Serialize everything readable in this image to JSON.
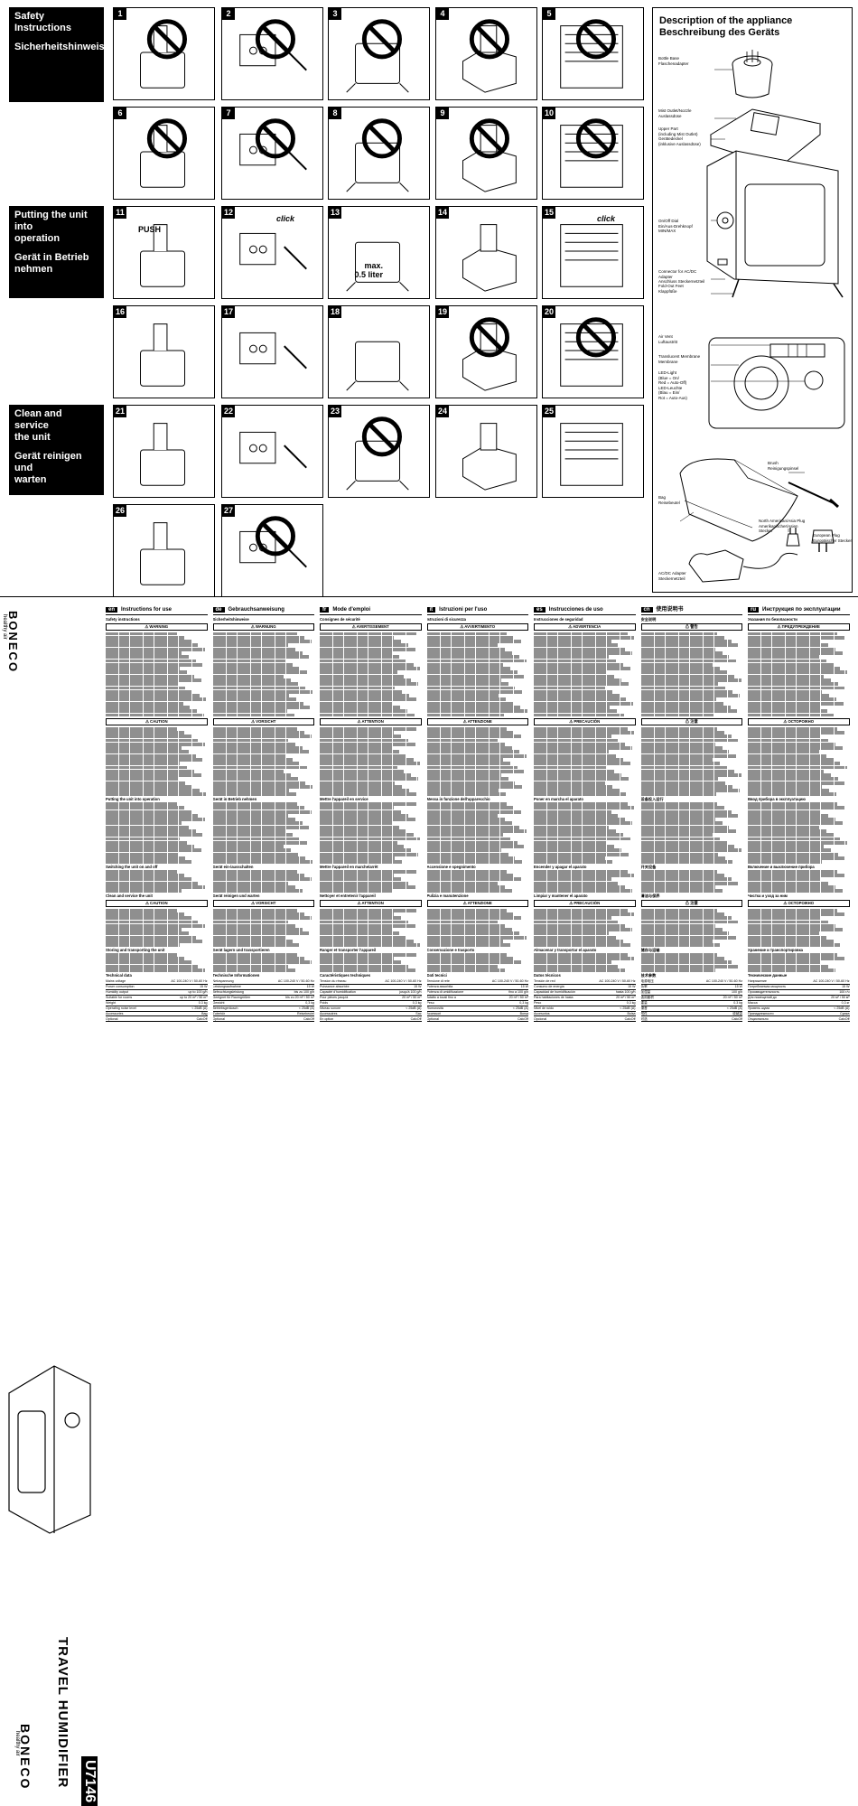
{
  "sections": [
    {
      "lines": [
        "Safety",
        "Instructions"
      ],
      "lines2": [
        "Sicherheitshinweise"
      ]
    },
    {
      "lines": [
        "Putting the unit into",
        "operation"
      ],
      "lines2": [
        "Gerät in Betrieb",
        "nehmen"
      ]
    },
    {
      "lines": [
        "Clean and service",
        "the unit"
      ],
      "lines2": [
        "Gerät reinigen und",
        "warten"
      ]
    }
  ],
  "panels": [
    "1",
    "2",
    "3",
    "4",
    "5",
    "6",
    "7",
    "8",
    "9",
    "10",
    "11",
    "12",
    "13",
    "14",
    "15",
    "16",
    "17",
    "18",
    "19",
    "20",
    "21",
    "22",
    "23",
    "24",
    "25",
    "26",
    "27"
  ],
  "panel_notes": {
    "push": "PUSH",
    "click": "click",
    "max": "max.",
    "max_value": "0.5 liter"
  },
  "description": {
    "title_en": "Description of the appliance",
    "title_de": "Beschreibung des Geräts",
    "labels": [
      [
        "Bottle Base",
        "Flaschenadapter"
      ],
      [
        "Mist Outlet/Nozzle",
        "Auslassdüse"
      ],
      [
        "Upper Part",
        "(including Mist Outlet)",
        "Gerätedeckel",
        "(inklusive Auslassdüse)"
      ],
      [
        "On/Off Dial",
        "Ein/Aus-Drehknopf",
        "MIN/MAX"
      ],
      [
        "Connector for AC/DC Adapter",
        "Anschluss Steckernetzteil"
      ],
      [
        "Fold-Out Feet",
        "Klappfüße"
      ],
      [
        "Air Vent",
        "Luftaustritt"
      ],
      [
        "Translucent Membrane",
        "Membrane"
      ],
      [
        "LED-Light",
        "(Blue = On/",
        "Red = Auto-Off)",
        "LED-Leuchte",
        "(Blau = Ein/",
        "Rot = Auto-Aus)"
      ],
      [
        "Brush",
        "Reinigungspinsel"
      ],
      [
        "Bag",
        "Reisebeutel"
      ],
      [
        "North American/Asia Plug",
        "Amerikanischer/Asien Stecker"
      ],
      [
        "European Plug",
        "Europäischer Stecker"
      ],
      [
        "AC/DC Adapter",
        "Steckernetzteil"
      ]
    ]
  },
  "side_strip": {
    "brand": "BONECO",
    "tagline": "healthy air",
    "product": "TRAVEL HUMIDIFIER",
    "model": "U7146"
  },
  "columns": [
    {
      "lang": "en",
      "title": "Instructions for use",
      "subs": [
        "Safety instructions",
        "Putting the unit into operation",
        "Switching the unit on and off",
        "Clean and service the unit",
        "Storing and transporting the unit",
        "Technical data"
      ],
      "warns": [
        "WARNING",
        "CAUTION",
        "CAUTION"
      ],
      "specs": [
        [
          "Mains voltage",
          "AC 100-240 V / 50-60 Hz"
        ],
        [
          "Power consumption",
          "15 W"
        ],
        [
          "Humidity output",
          "up to 100 g/h"
        ],
        [
          "Suitable for rooms",
          "up to 20 m² / 50 m³"
        ],
        [
          "Weight",
          "0.3 kg"
        ],
        [
          "Operating noise level",
          "< 25dB (A)"
        ],
        [
          "Accessories",
          "Bag"
        ],
        [
          "Optional",
          "CalcOff"
        ]
      ]
    },
    {
      "lang": "de",
      "title": "Gebrauchsanweisung",
      "subs": [
        "Sicherheitshinweise",
        "Gerät in Betrieb nehmen",
        "Gerät ein-/ausschalten",
        "Gerät reinigen und warten",
        "Gerät lagern und transportieren",
        "Technische Informationen"
      ],
      "warns": [
        "WARNUNG",
        "VORSICHT",
        "VORSICHT"
      ],
      "specs": [
        [
          "Netzspannung",
          "AC 100-240 V / 50-60 Hz"
        ],
        [
          "Leistungsaufnahme",
          "15 W"
        ],
        [
          "Befeuchtungsleistung",
          "bis zu 100 g/h"
        ],
        [
          "Geeignet für Raumgrößen",
          "bis zu 20 m² / 50 m³"
        ],
        [
          "Gewicht",
          "0,3 kg"
        ],
        [
          "Betriebsgeräusch",
          "< 25dB (A)"
        ],
        [
          "Zubehör",
          "Reisebeutel"
        ],
        [
          "Optional",
          "CalcOff"
        ]
      ]
    },
    {
      "lang": "fr",
      "title": "Mode d'emploi",
      "subs": [
        "Consignes de sécurité",
        "Mettre l'appareil en service",
        "Mettre l'appareil en marche/arrêt",
        "Nettoyer et entretenir l'appareil",
        "Ranger et transporter l'appareil",
        "Caractéristiques techniques"
      ],
      "warns": [
        "AVERTISSEMENT",
        "ATTENTION",
        "ATTENTION"
      ],
      "specs": [
        [
          "Tension du réseau",
          "AC 100-240 V / 50-60 Hz"
        ],
        [
          "Puissance absorbée",
          "15 W"
        ],
        [
          "Capacité d'humidification",
          "jusqu'à 100 g/h"
        ],
        [
          "Pour pièces jusqu'à",
          "20 m² / 50 m³"
        ],
        [
          "Poids",
          "0,3 kg"
        ],
        [
          "Niveau sonore",
          "< 25dB (A)"
        ],
        [
          "Accessoires",
          "Sac"
        ],
        [
          "En option",
          "CalcOff"
        ]
      ]
    },
    {
      "lang": "it",
      "title": "Istruzioni per l'uso",
      "subs": [
        "Istruzioni di sicurezza",
        "Messa in funzione dell'apparecchio",
        "Accensione e spegnimento",
        "Pulizia e manutenzione",
        "Conservazione e trasporto",
        "Dati tecnici"
      ],
      "warns": [
        "AVVERTIMENTO",
        "ATTENZIONE",
        "ATTENZIONE"
      ],
      "specs": [
        [
          "Tensione di rete",
          "AC 100-240 V / 50-60 Hz"
        ],
        [
          "Potenza assorbita",
          "15 W"
        ],
        [
          "Potenza di umidificazione",
          "fino a 100 g/h"
        ],
        [
          "Adatto a locali fino a",
          "20 m² / 50 m³"
        ],
        [
          "Peso",
          "0,3 kg"
        ],
        [
          "Rumorosità",
          "< 25dB (A)"
        ],
        [
          "Accessori",
          "Borsa"
        ],
        [
          "Optional",
          "CalcOff"
        ]
      ]
    },
    {
      "lang": "es",
      "title": "Instrucciones de uso",
      "subs": [
        "Instrucciones de seguridad",
        "Poner en marcha el aparato",
        "Encender y apagar el aparato",
        "Limpiar y mantener el aparato",
        "Almacenar y transportar el aparato",
        "Datos técnicos"
      ],
      "warns": [
        "ADVERTENCIA",
        "PRECAUCIÓN",
        "PRECAUCIÓN"
      ],
      "specs": [
        [
          "Tensión de red",
          "AC 100-240 V / 50-60 Hz"
        ],
        [
          "Consumo de energía",
          "15 W"
        ],
        [
          "Capacidad de humidificación",
          "hasta 100 g/h"
        ],
        [
          "Para habitaciones de hasta",
          "20 m² / 50 m³"
        ],
        [
          "Peso",
          "0,3 kg"
        ],
        [
          "Nivel de ruido",
          "< 25dB (A)"
        ],
        [
          "Accesorios",
          "Bolsa"
        ],
        [
          "Opcional",
          "CalcOff"
        ]
      ]
    },
    {
      "lang": "cn",
      "title": "使用说明书",
      "subs": [
        "安全说明",
        "设备投入运行",
        "开关设备",
        "清洁与保养",
        "储存与运输",
        "技术参数"
      ],
      "warns": [
        "警告",
        "注意",
        "注意"
      ],
      "specs": [
        [
          "电源电压",
          "AC 100-240 V / 50-60 Hz"
        ],
        [
          "功率",
          "15 W"
        ],
        [
          "加湿量",
          "100 g/h"
        ],
        [
          "适用面积",
          "20 m² / 50 m³"
        ],
        [
          "重量",
          "0.3 kg"
        ],
        [
          "噪音",
          "< 25dB (A)"
        ],
        [
          "附件",
          "收纳袋"
        ],
        [
          "可选",
          "CalcOff"
        ]
      ]
    },
    {
      "lang": "ru",
      "title": "Инструкция по эксплуатации",
      "subs": [
        "Указания по безопасности",
        "Ввод прибора в эксплуатацию",
        "Включение и выключение прибора",
        "Чистка и уход за ним",
        "Хранение и транспортировка",
        "Технические данные"
      ],
      "warns": [
        "ПРЕДУПРЕЖДЕНИЕ",
        "ОСТОРОЖНО",
        "ОСТОРОЖНО"
      ],
      "specs": [
        [
          "Напряжение",
          "AC 100-240 V / 50-60 Hz"
        ],
        [
          "Потребляемая мощность",
          "15 W"
        ],
        [
          "Производительность",
          "100 г/ч"
        ],
        [
          "Для помещений до",
          "20 м² / 50 м³"
        ],
        [
          "Масса",
          "0,3 кг"
        ],
        [
          "Уровень шума",
          "< 25dB (A)"
        ],
        [
          "Принадлежности",
          "Сумка"
        ],
        [
          "Опционально",
          "CalcOff"
        ]
      ]
    }
  ]
}
